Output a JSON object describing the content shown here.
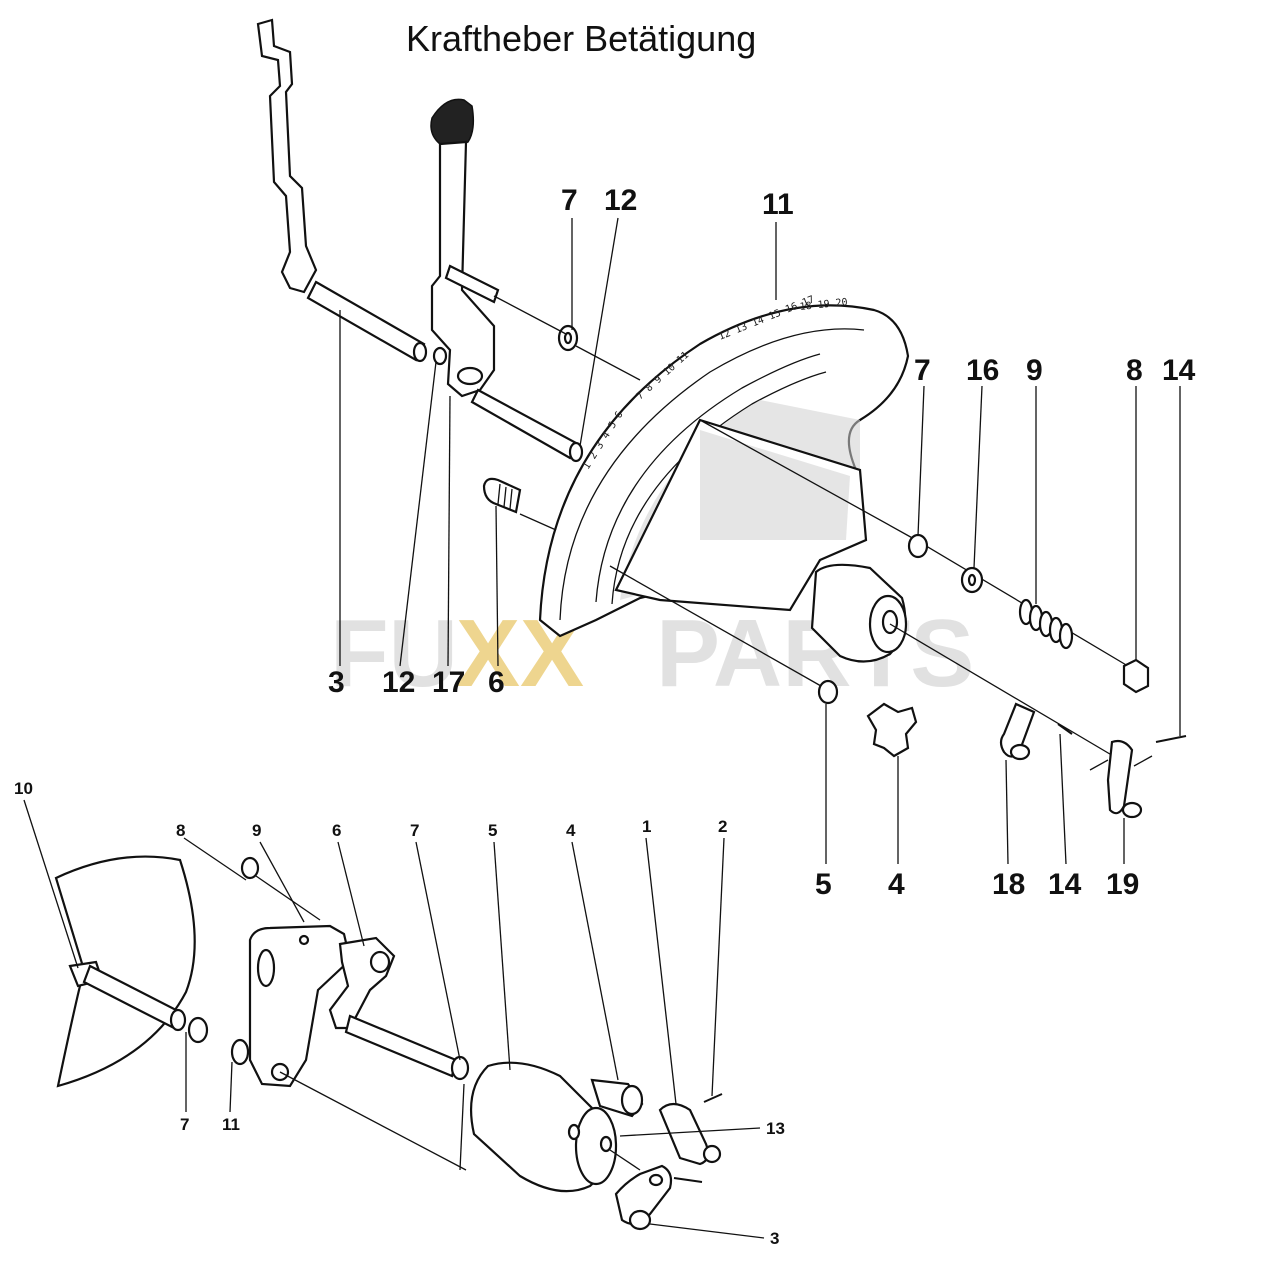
{
  "title": "Kraftheber Betätigung",
  "watermark": {
    "left": "FU",
    "middle": "XX",
    "right": "PARTS",
    "middle_color": "#e9c86a",
    "side_color": "#d8d8d8"
  },
  "top_callouts": [
    "7",
    "12",
    "11",
    "7",
    "16",
    "9",
    "8",
    "14",
    "3",
    "12",
    "17",
    "6",
    "5",
    "4",
    "18",
    "14",
    "19"
  ],
  "bottom_callouts": [
    "10",
    "8",
    "9",
    "6",
    "7",
    "5",
    "4",
    "1",
    "2",
    "13",
    "7",
    "11",
    "3"
  ]
}
